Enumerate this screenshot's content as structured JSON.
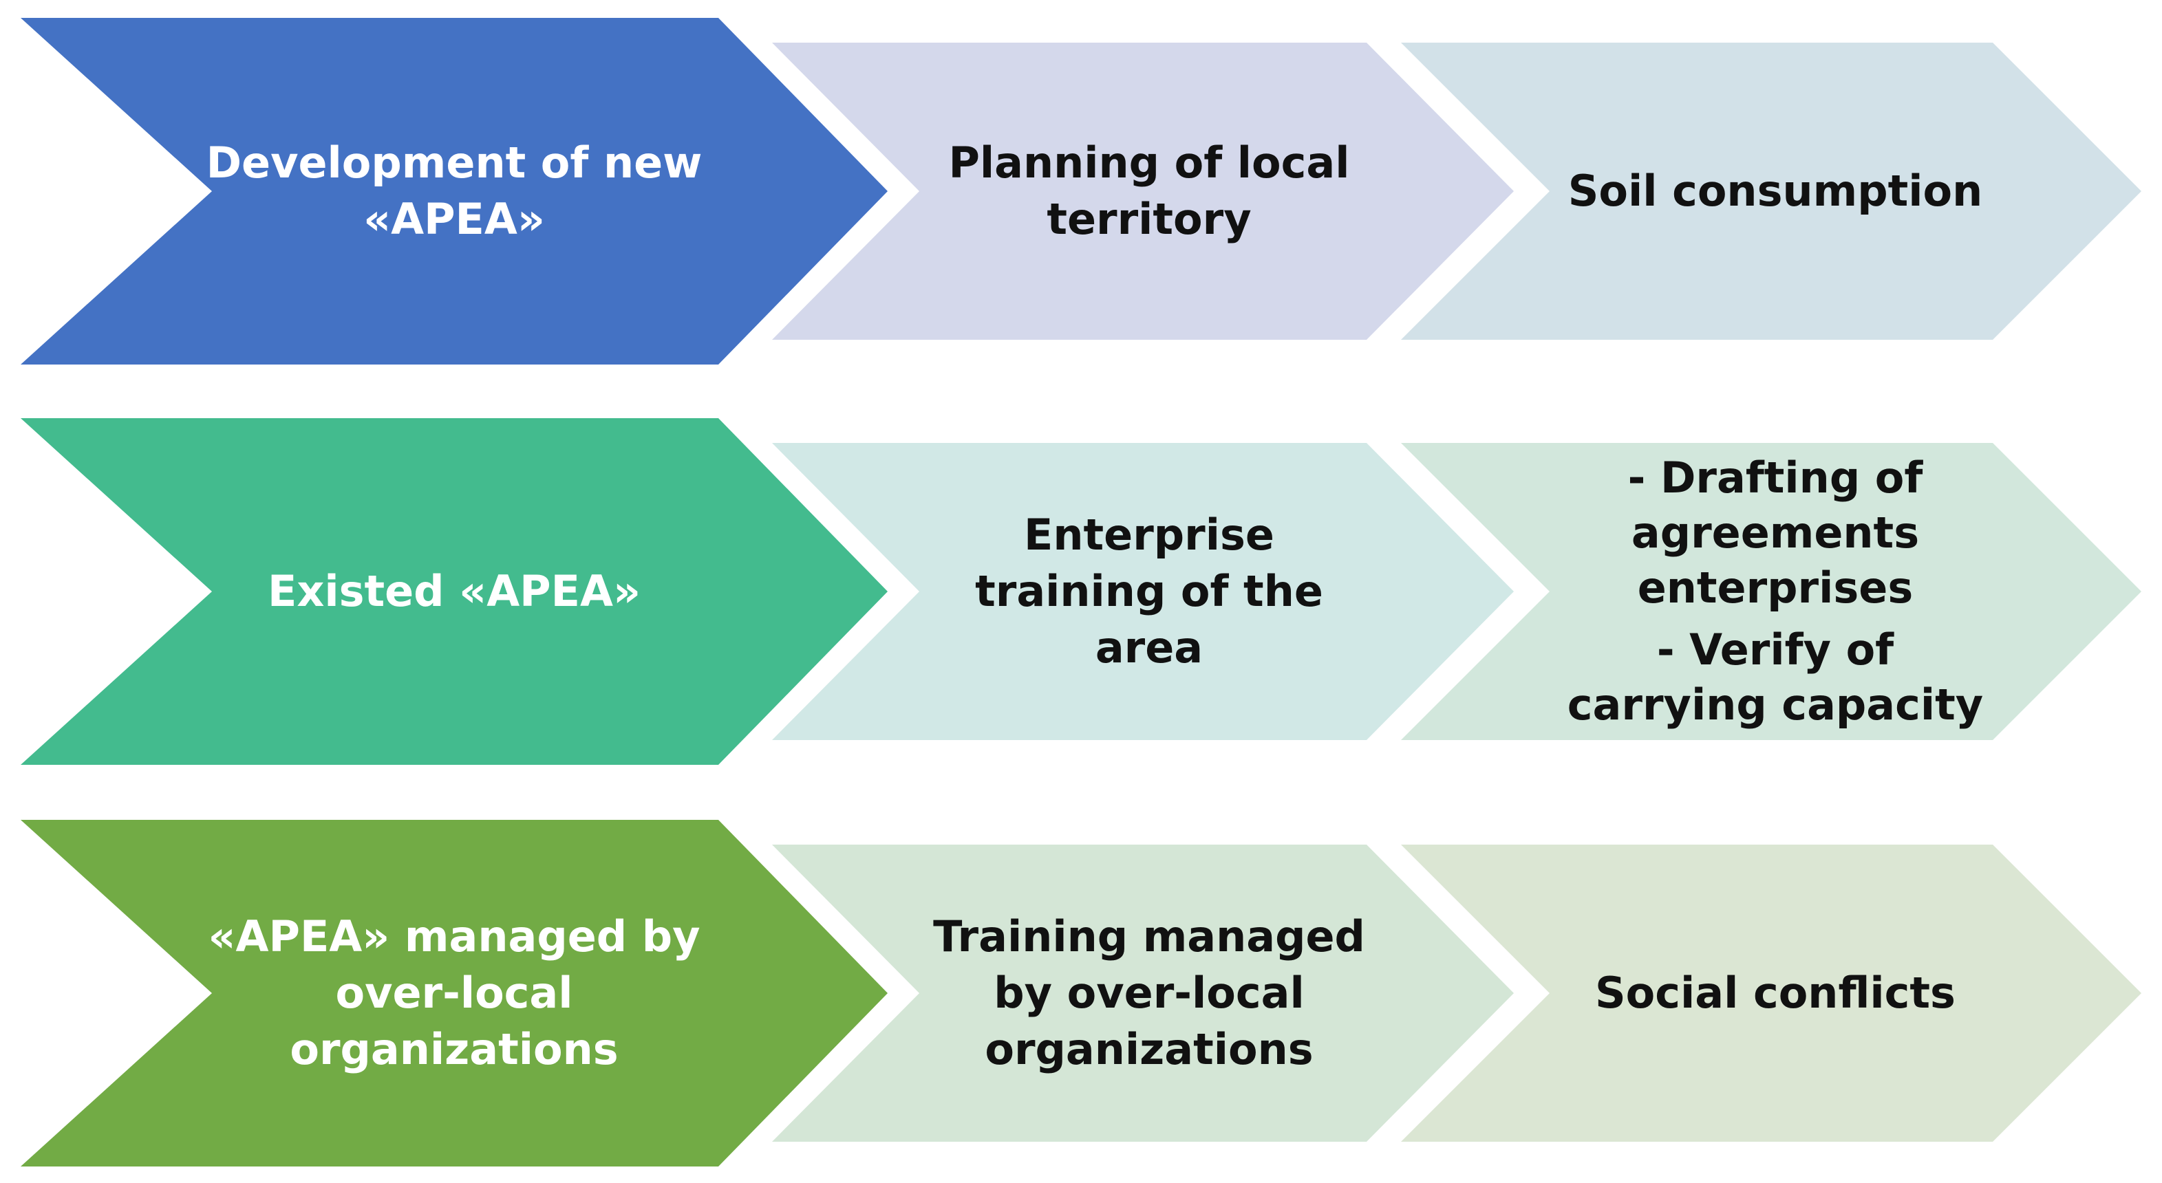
{
  "colors": {
    "background": "#ffffff",
    "row1_primary": "#4472c4",
    "row1_step2": "#d4d8eb",
    "row1_step3": "#d2e1e8",
    "row2_primary": "#43bb8e",
    "row2_step2": "#d1e8e6",
    "row2_step3": "#d2e7dc",
    "row3_primary": "#72ab45",
    "row3_step2": "#d4e6d6",
    "row3_step3": "#dbe6d3",
    "text_light": "#ffffff",
    "text_dark": "#111111"
  },
  "rows": [
    {
      "primary": {
        "lines": [
          "Development of new",
          "«APEA»"
        ]
      },
      "step2": {
        "lines": [
          "Planning of local",
          "territory"
        ]
      },
      "step3": {
        "lines": [
          "Soil consumption"
        ]
      }
    },
    {
      "primary": {
        "lines": [
          "Existed «APEA»"
        ]
      },
      "step2": {
        "lines": [
          "Enterprise",
          "training of the",
          "area"
        ]
      },
      "step3": {
        "bullets": [
          {
            "lines": [
              "- Drafting of",
              "agreements",
              "enterprises"
            ]
          },
          {
            "lines": [
              "- Verify of",
              "carrying capacity"
            ]
          }
        ]
      }
    },
    {
      "primary": {
        "lines": [
          "«APEA»  managed by",
          "over-local",
          "organizations"
        ]
      },
      "step2": {
        "lines": [
          "Training managed",
          "by over-local",
          "organizations"
        ]
      },
      "step3": {
        "lines": [
          "Social conflicts"
        ]
      }
    }
  ]
}
